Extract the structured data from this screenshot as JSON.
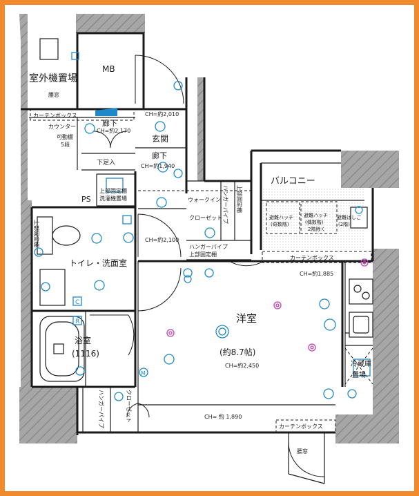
{
  "colors": {
    "frame": "#f08a2c",
    "wall_fill": "#9b9b9b",
    "hatch": "#7a7a7a",
    "fixture": "#1e88c8",
    "ceiling_light": "#c23fb0"
  },
  "rooms": {
    "outdoor_unit": "室外機置場",
    "mb": "MB",
    "window_waist_top": "腰窓",
    "curtain_box_top": "カーテンボックス",
    "ch_entry": "CH=約2,010",
    "corridor_1": "廊下",
    "ch_corridor_1": "CH=約2,170",
    "counter": "カウンター",
    "movable_shelf": "可動棚",
    "shelf_count": "5段",
    "entrance": "玄関",
    "shoe_step": "下足入",
    "corridor_2": "廊下",
    "ch_corridor_2": "CH=約1,940",
    "balcony": "バルコニー",
    "ps": "PS",
    "upper_shelf_dryer": "上部固定棚",
    "washer_area": "洗濯機置場",
    "walk_in_closet": "ウォークイン",
    "closet": "クローゼット",
    "hanger_pipe": "ハンガーパイプ",
    "upper_fixed_shelf": "上部固定棚",
    "hanger_pipe_upper_shelf_1": "ハンガーパイプ",
    "hanger_pipe_upper_shelf_2": "上部固定棚",
    "evac_hatch_1_l1": "避難ハッチ",
    "evac_hatch_1_l2": "(奇数階)",
    "evac_hatch_2_l1": "避難ハッチ",
    "evac_hatch_2_l2": "(偶数階)",
    "evac_hatch_2_l3": "2階除く",
    "evac_ladder_l1": "避難はしご",
    "evac_ladder_l2": "(2階)",
    "upper_fixed_shelf_toilet": "上部固定棚",
    "ch_mid": "CH=約2,100",
    "toilet_wash": "トイレ・洗面室",
    "curtain_box_right": "カーテンボックス",
    "ch_right": "CH=約1,885",
    "bathroom": "浴室",
    "bath_size": "(1116)",
    "western_room": "洋室",
    "western_size": "(約8.7帖)",
    "ch_western": "CH=約2,450",
    "fridge_l1": "冷蔵庫",
    "fridge_l2": "置場",
    "hanger_pipe_bottom": "ハンガーパイプ",
    "closet_bottom": "クローゼット",
    "ch_bottom": "CH= 約 1,890",
    "curtain_box_bottom": "カーテンボックス",
    "window_waist_bottom": "腰窓",
    "symbol_c": "C",
    "symbol_r": "R",
    "symbol_m": "M"
  }
}
